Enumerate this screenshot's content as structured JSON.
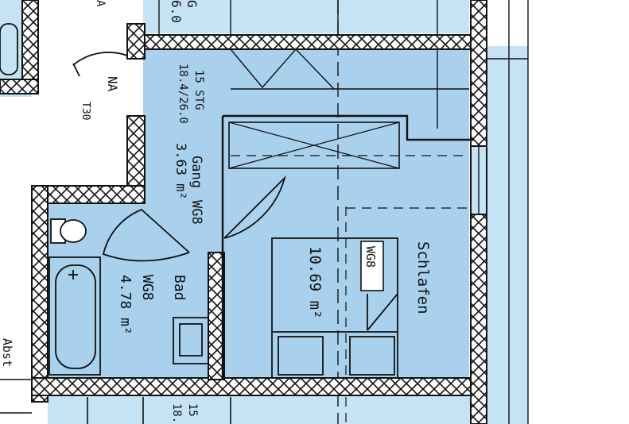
{
  "colors": {
    "room_fill": "#a9d1ee",
    "room_fill_light": "#c6e2f5",
    "wall": "#111111",
    "paper": "#ffffff"
  },
  "labels": {
    "top_left_g": "G",
    "top_left_num": "6.0",
    "top_left_a": "A",
    "na": "NA",
    "t30": "T30",
    "stair_top": "15 STG",
    "stair_top_dims": "18.4/26.0",
    "stair_bottom": "15",
    "stair_bottom_dims": "18.",
    "abst": "Abst"
  },
  "rooms": {
    "gang": {
      "name": "Gang",
      "code": "WG8",
      "area": "3.63 m²"
    },
    "bad": {
      "name": "Bad",
      "code": "WG8",
      "area": "4.78 m²"
    },
    "schlafen": {
      "name": "Schlafen",
      "area": "10.69 m²",
      "tag": "WG8"
    }
  }
}
